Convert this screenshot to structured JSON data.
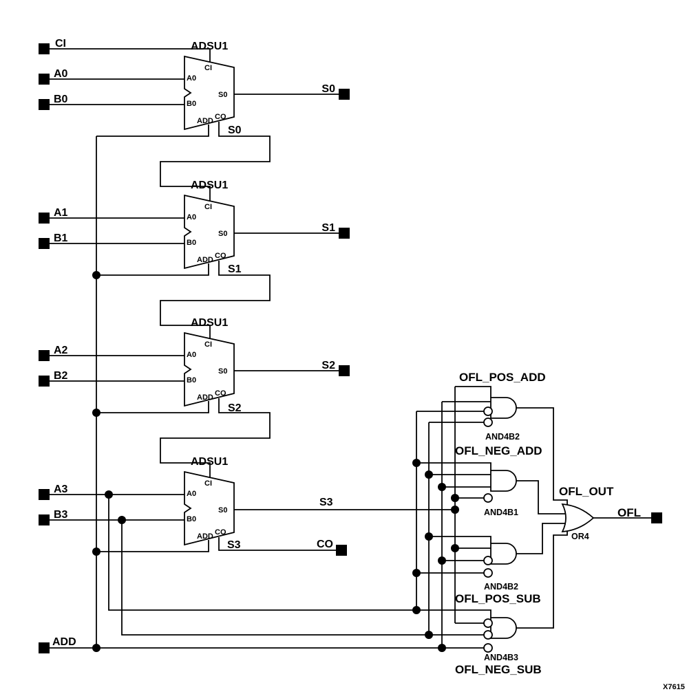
{
  "figure": {
    "part_number": "X7615"
  },
  "colors": {
    "line": "#000000",
    "background": "#ffffff"
  },
  "terminals": {
    "inputs": [
      "CI",
      "A0",
      "B0",
      "A1",
      "B1",
      "A2",
      "B2",
      "A3",
      "B3",
      "ADD"
    ],
    "outputs": [
      "S0",
      "S1",
      "S2",
      "CO",
      "OFL"
    ]
  },
  "adders": [
    {
      "title": "ADSU1",
      "carry_net": "S0",
      "pins": {
        "ci": "CI",
        "a": "A0",
        "b": "B0",
        "s": "S0",
        "add": "ADD",
        "co": "CO"
      }
    },
    {
      "title": "ADSU1",
      "carry_net": "S1",
      "pins": {
        "ci": "CI",
        "a": "A0",
        "b": "B0",
        "s": "S0",
        "add": "ADD",
        "co": "CO"
      }
    },
    {
      "title": "ADSU1",
      "carry_net": "S2",
      "pins": {
        "ci": "CI",
        "a": "A0",
        "b": "B0",
        "s": "S0",
        "add": "ADD",
        "co": "CO"
      }
    },
    {
      "title": "ADSU1",
      "carry_net": "S3",
      "pins": {
        "ci": "CI",
        "a": "A0",
        "b": "B0",
        "s": "S0",
        "add": "ADD",
        "co": "CO"
      }
    }
  ],
  "nets": {
    "s3": "S3"
  },
  "gates": [
    {
      "net": "OFL_POS_ADD",
      "type": "AND4B2"
    },
    {
      "net": "OFL_NEG_ADD",
      "type": "AND4B1"
    },
    {
      "net": "OFL_POS_SUB",
      "type": "AND4B2"
    },
    {
      "net": "OFL_NEG_SUB",
      "type": "AND4B3"
    }
  ],
  "or_gate": {
    "net": "OFL_OUT",
    "type": "OR4",
    "output": "OFL"
  }
}
